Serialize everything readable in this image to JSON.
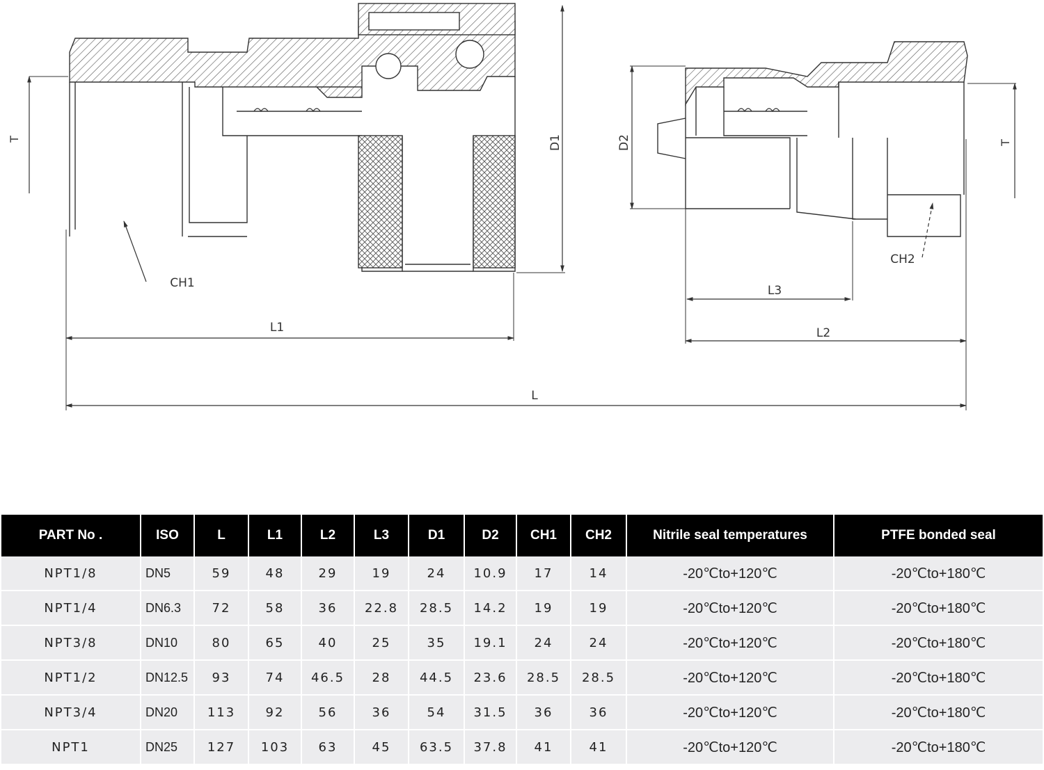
{
  "drawing_labels": {
    "t_left": "T",
    "t_right": "T",
    "d1": "D1",
    "d2": "D2",
    "ch1": "CH1",
    "ch2": "CH2",
    "l1": "L1",
    "l2": "L2",
    "l3": "L3",
    "l": "L"
  },
  "table": {
    "headers": [
      "PART No .",
      "ISO",
      "L",
      "L1",
      "L2",
      "L3",
      "D1",
      "D2",
      "CH1",
      "CH2",
      "Nitrile seal temperatures",
      "PTFE bonded seal"
    ],
    "rows": [
      [
        "NPT1/8",
        "DN5",
        "59",
        "48",
        "29",
        "19",
        "24",
        "10.9",
        "17",
        "14",
        "-20℃to+120℃",
        "-20℃to+180℃"
      ],
      [
        "NPT1/4",
        "DN6.3",
        "72",
        "58",
        "36",
        "22.8",
        "28.5",
        "14.2",
        "19",
        "19",
        "-20℃to+120℃",
        "-20℃to+180℃"
      ],
      [
        "NPT3/8",
        "DN10",
        "80",
        "65",
        "40",
        "25",
        "35",
        "19.1",
        "24",
        "24",
        "-20℃to+120℃",
        "-20℃to+180℃"
      ],
      [
        "NPT1/2",
        "DN12.5",
        "93",
        "74",
        "46.5",
        "28",
        "44.5",
        "23.6",
        "28.5",
        "28.5",
        "-20℃to+120℃",
        "-20℃to+180℃"
      ],
      [
        "NPT3/4",
        "DN20",
        "113",
        "92",
        "56",
        "36",
        "54",
        "31.5",
        "36",
        "36",
        "-20℃to+120℃",
        "-20℃to+180℃"
      ],
      [
        "NPT1",
        "DN25",
        "127",
        "103",
        "63",
        "45",
        "63.5",
        "37.8",
        "41",
        "41",
        "-20℃to+120℃",
        "-20℃to+180℃"
      ]
    ]
  }
}
